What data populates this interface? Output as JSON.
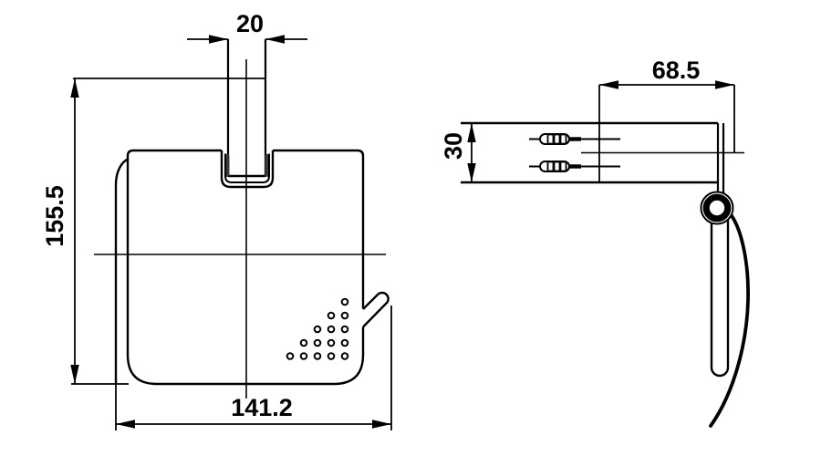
{
  "colors": {
    "background": "#ffffff",
    "line": "#000000",
    "slot_shade": "#3a3a3a"
  },
  "front_view": {
    "dim_post_width": "20",
    "dim_overall_height": "155.5",
    "dim_overall_width": "141.2"
  },
  "side_view": {
    "dim_depth": "68.5",
    "dim_plate_height": "30"
  }
}
